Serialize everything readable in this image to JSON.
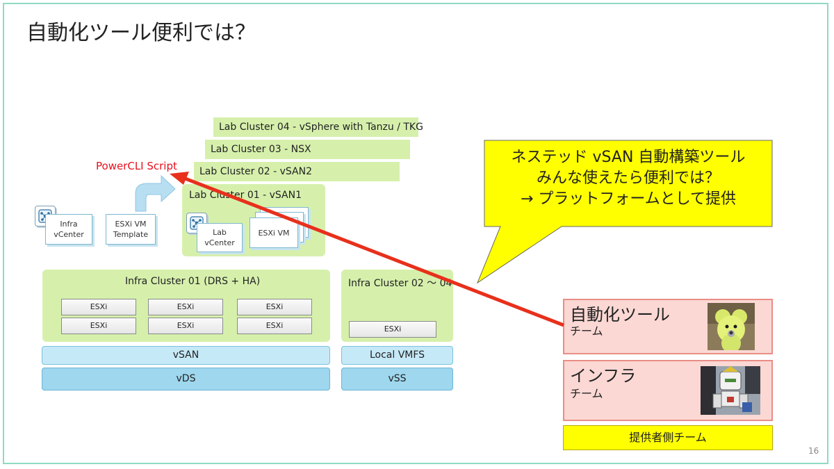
{
  "slide": {
    "title": "自動化ツール便利では？",
    "page_number": "16",
    "colors": {
      "frame": "#8fd9c4",
      "cluster_green": "#d6f0ac",
      "vsan_band": "#c6e9f7",
      "vds_band": "#9ed7ee",
      "callout_yellow": "#ffff00",
      "arrow_red": "#e8301c",
      "team_pink": "#fbd8d4"
    }
  },
  "powercli": {
    "label": "PowerCLI Script"
  },
  "left_vms": [
    {
      "line1": "Infra",
      "line2": "vCenter",
      "icon": "vcenter-icon"
    },
    {
      "line1": "ESXi VM",
      "line2": "Template"
    }
  ],
  "lab_clusters": [
    {
      "label": "Lab Cluster 04 - vSphere with Tanzu / TKG"
    },
    {
      "label": "Lab Cluster 03 - NSX"
    },
    {
      "label": "Lab Cluster 02 - vSAN2"
    },
    {
      "label": "Lab Cluster 01 - vSAN1"
    }
  ],
  "lab01_vms": {
    "vcenter_line1": "Lab",
    "vcenter_line2": "vCenter",
    "esxi_vm": "ESXi VM"
  },
  "infra_cluster01": {
    "title": "Infra Cluster 01 (DRS + HA)",
    "hosts": [
      "ESXi",
      "ESXi",
      "ESXi",
      "ESXi",
      "ESXi",
      "ESXi"
    ]
  },
  "infra_cluster02": {
    "title": "Infra Cluster 02 ～ 04",
    "hosts": [
      "ESXi"
    ]
  },
  "storage": {
    "vsan": "vSAN",
    "vds": "vDS",
    "local_vmfs": "Local VMFS",
    "vss": "vSS"
  },
  "callout": {
    "line1": "ネステッド vSAN 自動構築ツール",
    "line2": "みんな使えたら便利では？",
    "line3": "→ プラットフォームとして提供"
  },
  "teams": [
    {
      "name": "自動化ツール",
      "sub": "チーム",
      "photo": "yellow-plush-dog-photo"
    },
    {
      "name": "インフラ",
      "sub": "チーム",
      "photo": "robot-figure-photo"
    }
  ],
  "provider_label": "提供者側チーム"
}
